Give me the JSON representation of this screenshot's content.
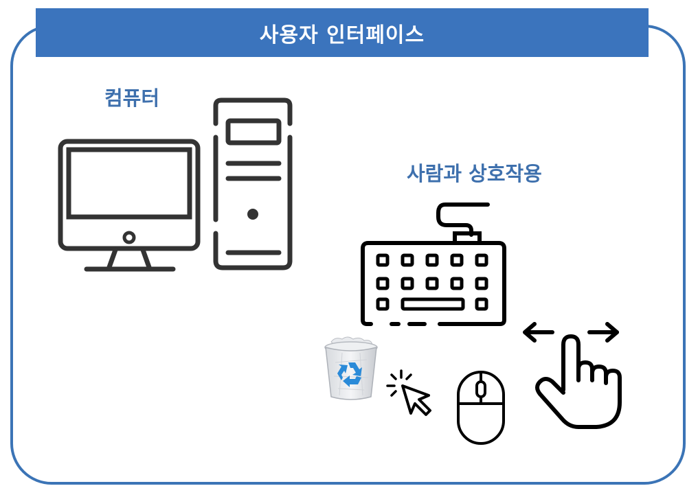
{
  "header": {
    "title": "사용자 인터페이스"
  },
  "sections": {
    "computer": {
      "label": "컴퓨터"
    },
    "interaction": {
      "label": "사람과 상호작용"
    }
  },
  "icons": [
    "monitor-icon",
    "pc-tower-icon",
    "keyboard-icon",
    "recycle-bin-icon",
    "click-cursor-icon",
    "mouse-icon",
    "swipe-gesture-icon"
  ],
  "colors": {
    "accent": "#3b74bd",
    "label": "#3e70ad",
    "icon_stroke": "#333333",
    "recycle_blue": "#2a8ad8"
  }
}
